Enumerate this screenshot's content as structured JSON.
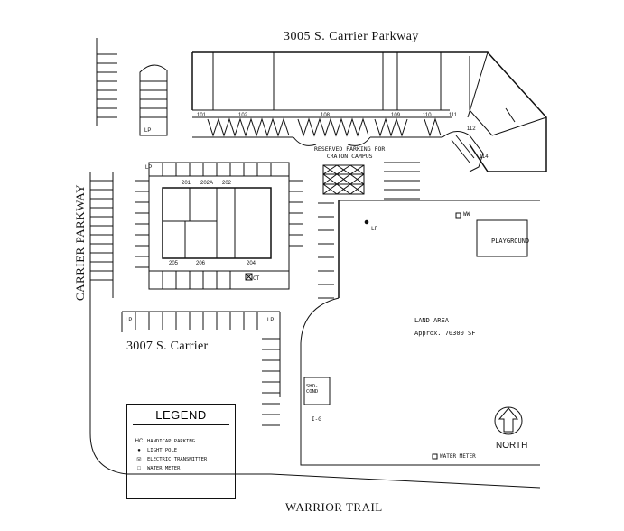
{
  "labels": {
    "title": "3005 S. Carrier Parkway",
    "building2": "3007 S. Carrier",
    "warrior_trail": "WARRIOR TRAIL",
    "carrier_parkway": "CARRIER PARKWAY",
    "north": "NORTH",
    "reserved_line1": "RESERVED PARKING FOR",
    "reserved_line2": "CRATON CAMPUS",
    "land_area": "LAND AREA",
    "land_size": "Approx. 70300 SF",
    "playground": "PLAYGROUND",
    "water_meter_top": "WW",
    "water_meter_bottom": "WATER METER",
    "light_pole_mid": "LP",
    "transformer_line1": "SHO-",
    "transformer_line2": "COND",
    "ig": "I-G",
    "ct": "CT"
  },
  "units_top": [
    "101",
    "102",
    "108",
    "109",
    "110",
    "111",
    "112",
    "114"
  ],
  "units_mid": [
    "201",
    "202A",
    "202",
    "205",
    "206",
    "204"
  ],
  "light_poles": [
    "LP",
    "LP",
    "LP",
    "LP"
  ],
  "legend": {
    "title": "LEGEND",
    "items": [
      {
        "symbol": "HC",
        "label": "HANDICAP PARKING",
        "icon": "handicap-icon"
      },
      {
        "symbol": "●",
        "label": "LIGHT POLE",
        "icon": "light-pole-icon"
      },
      {
        "symbol": "☒",
        "label": "ELECTRIC TRANSMITTER",
        "icon": "transformer-icon"
      },
      {
        "symbol": "□",
        "label": "WATER METER",
        "icon": "water-meter-icon"
      }
    ]
  }
}
